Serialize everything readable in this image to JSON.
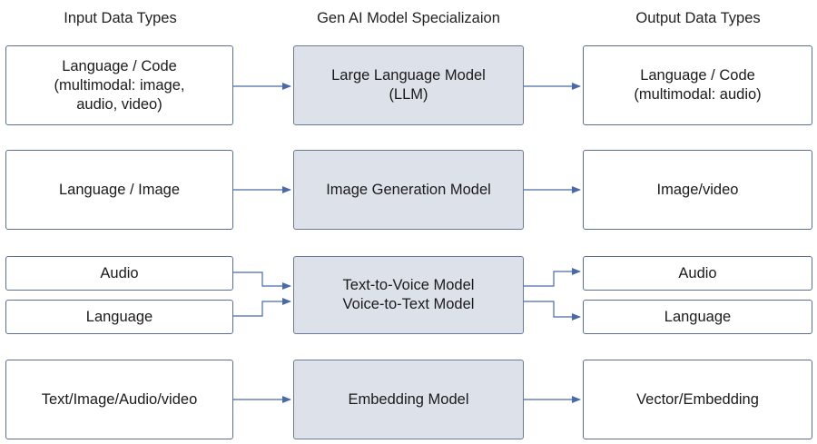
{
  "headers": {
    "input": "Input Data Types",
    "model": "Gen AI Model Specializaion",
    "output": "Output Data Types"
  },
  "rows": [
    {
      "input": "Language / Code\n(multimodal: image,\naudio, video)",
      "model": "Large Language Model\n(LLM)",
      "output": "Language / Code\n(multimodal: audio)"
    },
    {
      "input": "Language / Image",
      "model": "Image Generation Model",
      "output": "Image/video"
    },
    {
      "inputs": [
        "Audio",
        "Language"
      ],
      "model": "Text-to-Voice Model\nVoice-to-Text Model",
      "outputs": [
        "Audio",
        "Language"
      ]
    },
    {
      "input": "Text/Image/Audio/video",
      "model": "Embedding Model",
      "output": "Vector/Embedding"
    }
  ],
  "colors": {
    "box_border": "#5b6f96",
    "model_fill": "#dde2ea",
    "arrow": "#4a6aa5"
  }
}
